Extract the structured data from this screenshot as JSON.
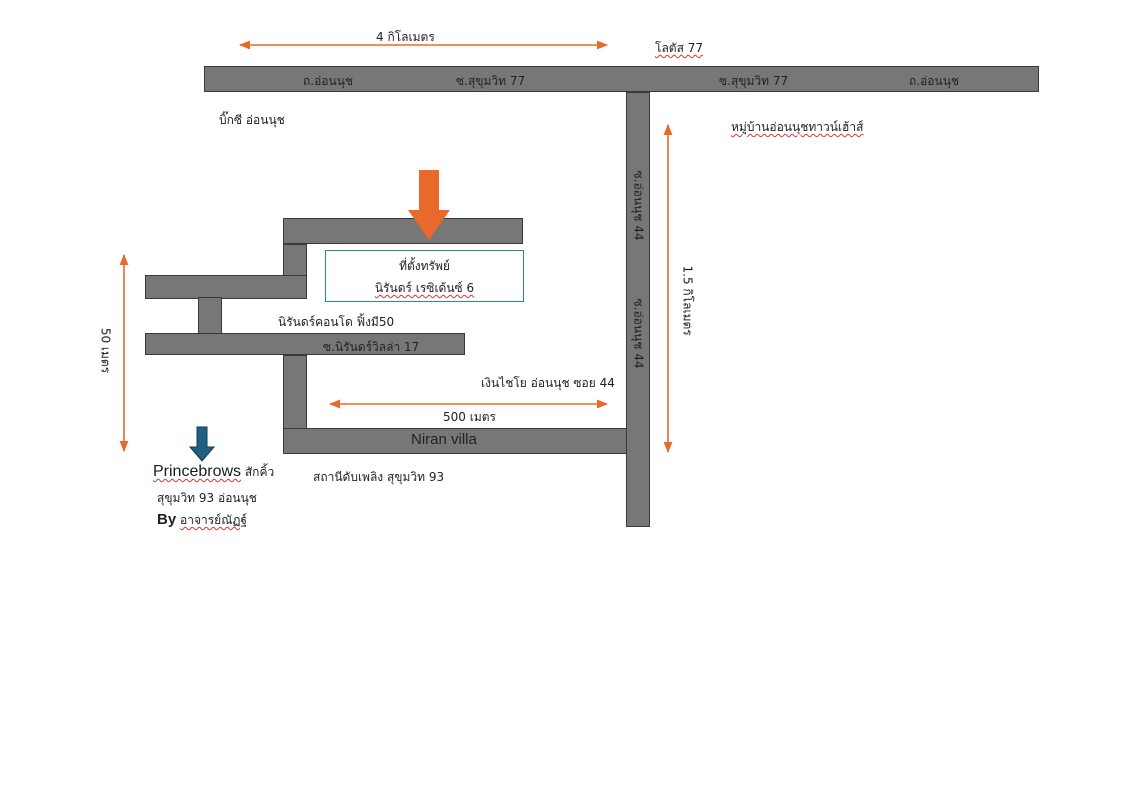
{
  "distances": {
    "top": "4 กิโลเมตร",
    "left": "50 เมตร",
    "right": "1.5 กิโลเมตร",
    "bottom": "500 เมตร"
  },
  "roads": {
    "main_left": "ถ.อ่อนนุช",
    "main_soi77_a": "ซ.สุขุมวิท 77",
    "main_soi77_b": "ซ.สุขุมวิท 77",
    "main_right": "ถ.อ่อนนุช",
    "onnut44_a": "ซ.อ่อนนุช 44",
    "onnut44_b": "ซ.อ่อนนุช 44",
    "niran_soi17": "ซ.นิรันดร์วิลล่า 17",
    "niran_villa": "Niran villa"
  },
  "landmarks": {
    "lotus": "โลตัส 77",
    "bigc": "บิ๊กซี อ่อนนุช",
    "village": "หมู่บ้านอ่อนนุชทาวน์เฮ้าส์",
    "condo": "นิรันดร์คอนโด ฟิ้งมี50",
    "ngern": "เงินไชโย อ่อนนุช ซอย 44",
    "fire_station": "สถานีดับเพลิง สุขุมวิท 93"
  },
  "property": {
    "line1": "ที่ตั้งทรัพย์",
    "line2": "นิรันดร์ เรซิเด้นซ์ 6"
  },
  "princebrows": {
    "name": "Princebrows",
    "service": "สักคิ้ว",
    "address": "สุขุมวิท 93 อ่อนนุช",
    "by": "By",
    "teacher": "อาจารย์ณัฏฐ์"
  },
  "colors": {
    "road": "#777777",
    "arrow": "#E86A2A",
    "pin": "#1F5F82",
    "box_border": "#2F8A8A"
  }
}
